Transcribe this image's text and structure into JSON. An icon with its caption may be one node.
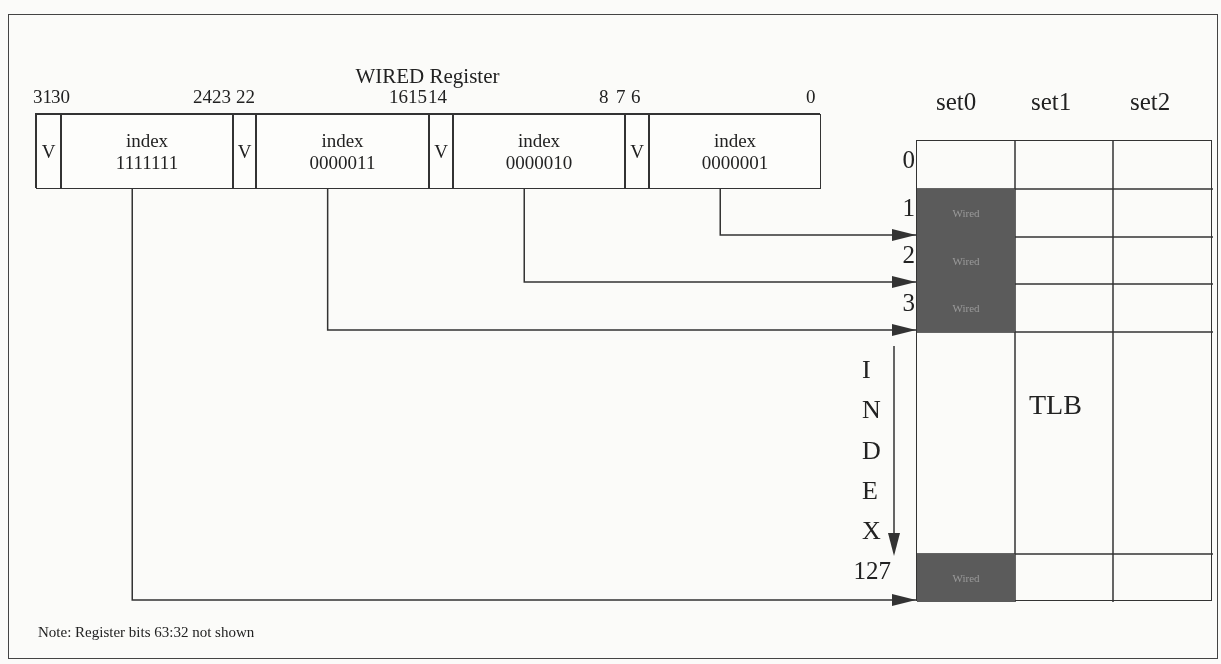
{
  "diagram": {
    "nodes": [
      {
        "text": [
          "WIRED Register"
        ]
      },
      {
        "text": [
          "V"
        ],
        "in": 0
      },
      {
        "text": [
          "index",
          "1111111"
        ],
        "in": 0
      },
      {
        "text": [
          "V"
        ],
        "in": 0
      },
      {
        "text": [
          "index",
          "0000011"
        ],
        "in": 0
      },
      {
        "text": [
          "V"
        ],
        "in": 0
      },
      {
        "text": [
          "index",
          "0000010"
        ],
        "in": 0
      },
      {
        "text": [
          "V"
        ],
        "in": 0
      },
      {
        "text": [
          "index",
          "0000001"
        ],
        "in": 0
      },
      {
        "text": [
          "TLB"
        ]
      },
      {
        "text": [
          "Wired"
        ],
        "in": 9
      },
      {
        "text": [
          "Wired"
        ],
        "in": 9
      },
      {
        "text": [
          "Wired"
        ],
        "in": 9
      },
      {
        "text": [
          "Wired"
        ],
        "in": 9
      }
    ],
    "edges": [
      {
        "from": 8,
        "to": 10,
        "arrow": "to"
      },
      {
        "from": 6,
        "to": 11,
        "arrow": "to"
      },
      {
        "from": 4,
        "to": 12,
        "arrow": "to"
      },
      {
        "from": 2,
        "to": 13,
        "arrow": "to"
      }
    ],
    "labels": [
      "31",
      "30",
      "24",
      "23",
      "22",
      "16",
      "15",
      "14",
      "8",
      "7",
      "6",
      "0",
      "set0",
      "set1",
      "set2",
      "0",
      "1",
      "2",
      "3",
      "INDEX",
      "127",
      "Note: Register bits 63:32 not shown"
    ]
  }
}
